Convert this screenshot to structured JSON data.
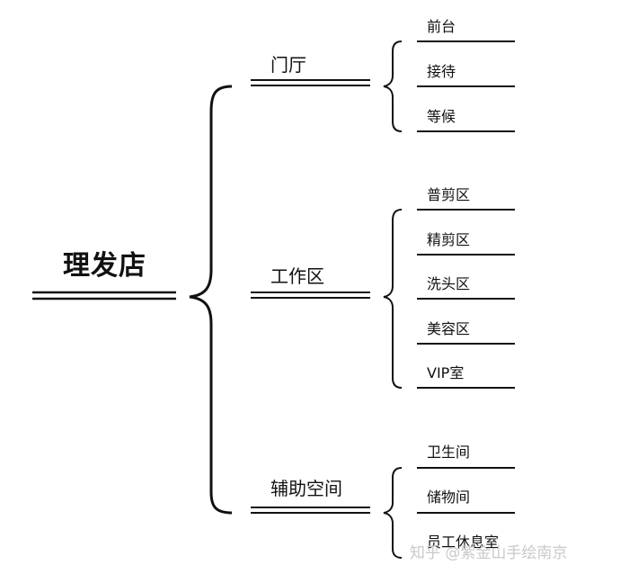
{
  "root": {
    "label": "理发店"
  },
  "categories": [
    {
      "label": "门厅",
      "items": [
        "前台",
        "接待",
        "等候"
      ]
    },
    {
      "label": "工作区",
      "items": [
        "普剪区",
        "精剪区",
        "洗头区",
        "美容区",
        "VIP室"
      ]
    },
    {
      "label": "辅助空间",
      "items": [
        "卫生间",
        "储物间",
        "员工休息室"
      ]
    }
  ],
  "watermark": "知乎 @紫金山手绘南京"
}
